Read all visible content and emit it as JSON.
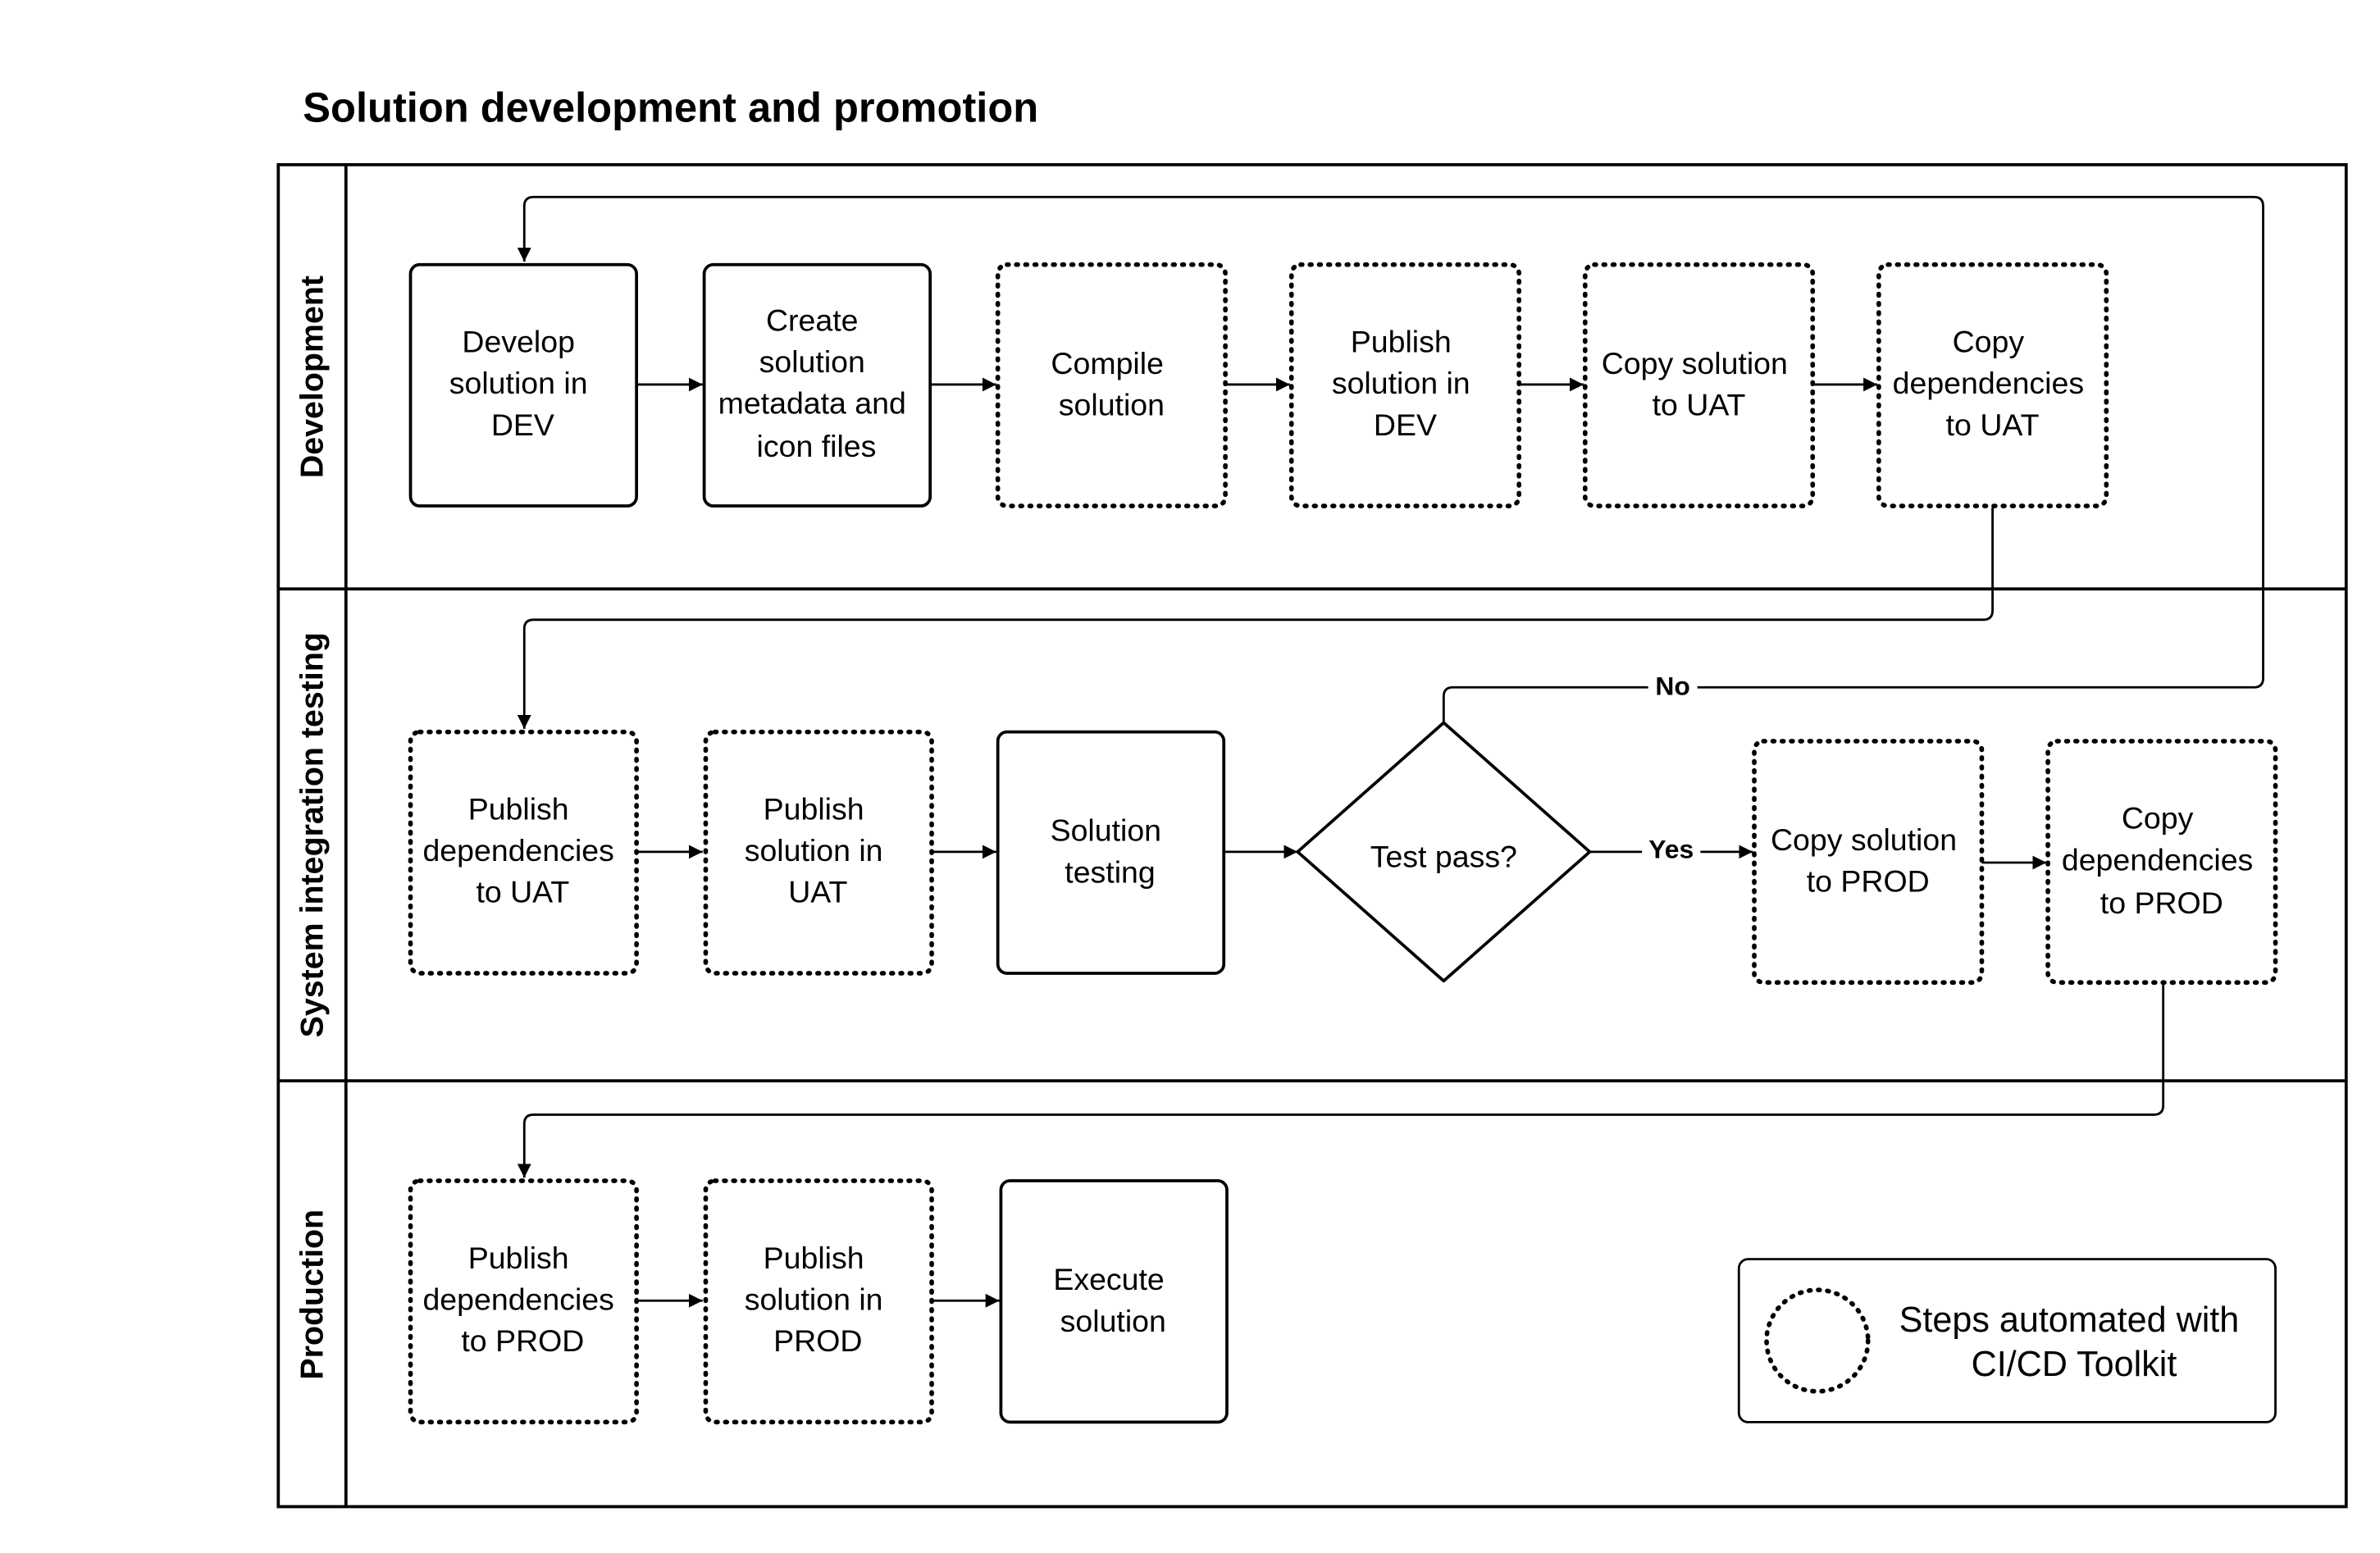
{
  "title": "Solution development and promotion",
  "lanes": {
    "development": "Development",
    "sit": "System integration testing",
    "production": "Production"
  },
  "nodes": {
    "develop_dev": [
      "Develop",
      "solution in",
      "DEV"
    ],
    "create_metadata": [
      "Create",
      "solution",
      "metadata and",
      "icon files"
    ],
    "compile": [
      "Compile",
      "solution"
    ],
    "publish_dev": [
      "Publish",
      "solution in",
      "DEV"
    ],
    "copy_solution_uat": [
      "Copy solution",
      "to UAT"
    ],
    "copy_deps_uat": [
      "Copy",
      "dependencies",
      "to UAT"
    ],
    "publish_deps_uat": [
      "Publish",
      "dependencies",
      "to UAT"
    ],
    "publish_solution_uat": [
      "Publish",
      "solution in",
      "UAT"
    ],
    "solution_testing": [
      "Solution",
      "testing"
    ],
    "test_pass": [
      "Test pass?"
    ],
    "copy_solution_prod": [
      "Copy solution",
      "to PROD"
    ],
    "copy_deps_prod": [
      "Copy",
      "dependencies",
      "to PROD"
    ],
    "publish_deps_prod": [
      "Publish",
      "dependencies",
      "to PROD"
    ],
    "publish_solution_prod": [
      "Publish",
      "solution in",
      "PROD"
    ],
    "execute": [
      "Execute",
      "solution"
    ]
  },
  "edge_labels": {
    "no": "No",
    "yes": "Yes"
  },
  "legend": [
    "Steps automated with",
    "CI/CD Toolkit"
  ],
  "colors": {
    "stroke": "#000000",
    "background": "#ffffff"
  }
}
